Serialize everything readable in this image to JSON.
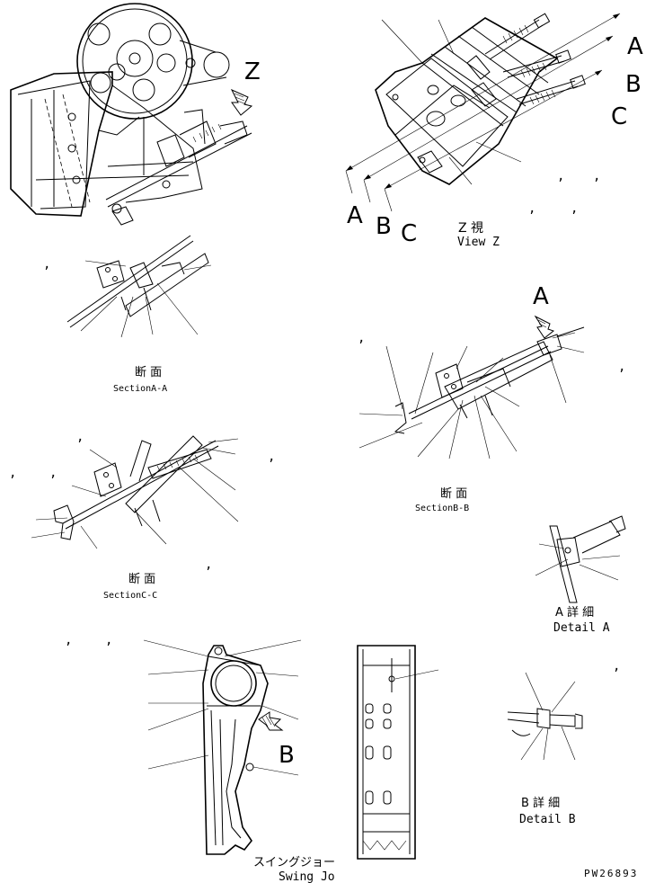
{
  "labels": {
    "z_marker": "Z",
    "section_a_jp": "断 面",
    "section_a_en": "SectionA-A",
    "view_z_jp": "Z 視",
    "view_z_en": "View Z",
    "view_a": "A",
    "view_b": "B",
    "view_c": "C",
    "view_a2": "A",
    "view_b2": "B",
    "view_c2": "C",
    "arrow_a": "A",
    "section_b_jp": "断 面",
    "section_b_en": "SectionB-B",
    "section_c_jp": "断 面",
    "section_c_en": "SectionC-C",
    "detail_a_jp": "A 詳 細",
    "detail_a_en": "Detail A",
    "arrow_b": "B",
    "detail_b_jp": "B 詳 細",
    "detail_b_en": "Detail B",
    "swing_jp": "スイングジョー",
    "swing_en": "Swing Jo",
    "drawing_no": "PW26893"
  },
  "commas": [
    ",",
    ",",
    ",",
    ",",
    ",",
    ",",
    ",",
    ",",
    ",",
    ",",
    ",",
    ",",
    ",",
    ",",
    ","
  ]
}
